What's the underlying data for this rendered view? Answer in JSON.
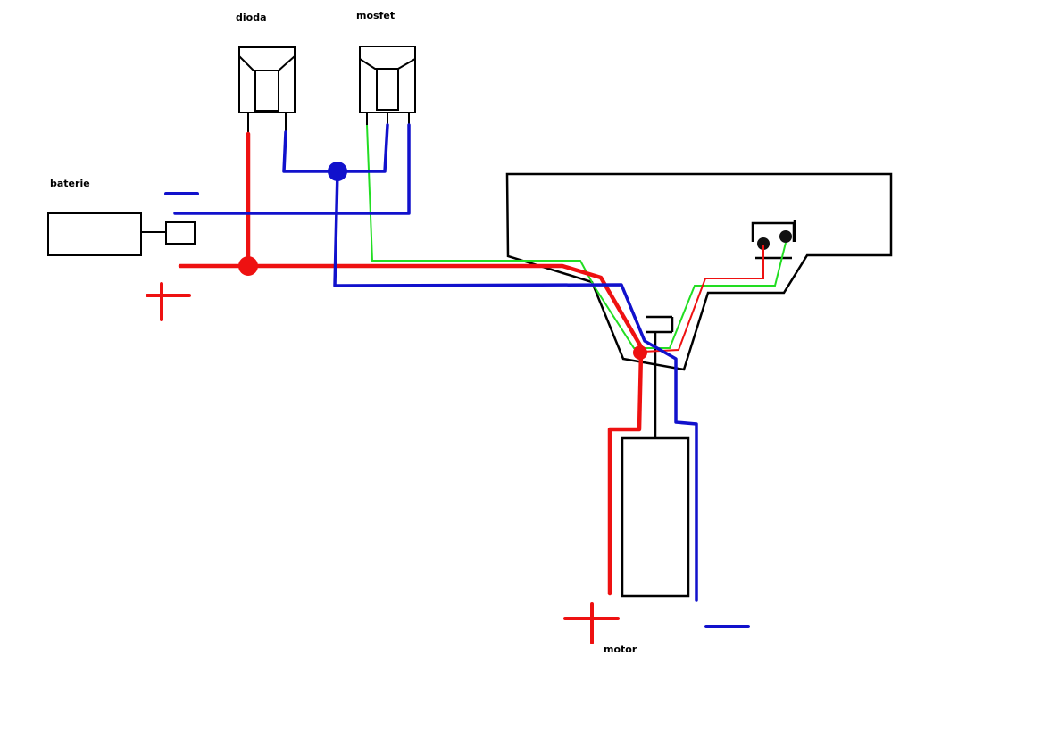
{
  "labels": {
    "diode": "dioda",
    "mosfet": "mosfet",
    "battery": "baterie",
    "motor": "motor"
  },
  "colors": {
    "background": "#ffffff",
    "outline": "#000000",
    "positive_wire": "#ee1111",
    "negative_wire": "#1111cc",
    "signal_wire": "#22dd22"
  },
  "components": [
    "diode",
    "mosfet",
    "battery",
    "motor",
    "controller-housing",
    "switch-terminals"
  ],
  "polarity_marks": [
    "plus",
    "minus"
  ]
}
